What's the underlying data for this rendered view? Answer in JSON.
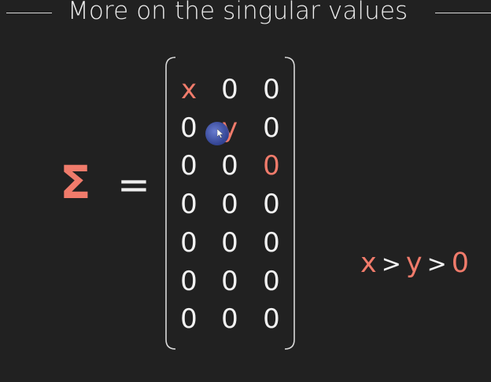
{
  "title": "More on the singular values",
  "sigma_symbol": "Σ",
  "equals_sign": "=",
  "matrix": [
    [
      {
        "text": "x",
        "accent": true
      },
      {
        "text": "0",
        "accent": false
      },
      {
        "text": "0",
        "accent": false
      }
    ],
    [
      {
        "text": "0",
        "accent": false
      },
      {
        "text": "y",
        "accent": true
      },
      {
        "text": "0",
        "accent": false
      }
    ],
    [
      {
        "text": "0",
        "accent": false
      },
      {
        "text": "0",
        "accent": false
      },
      {
        "text": "0",
        "accent": true
      }
    ],
    [
      {
        "text": "0",
        "accent": false
      },
      {
        "text": "0",
        "accent": false
      },
      {
        "text": "0",
        "accent": false
      }
    ],
    [
      {
        "text": "0",
        "accent": false
      },
      {
        "text": "0",
        "accent": false
      },
      {
        "text": "0",
        "accent": false
      }
    ],
    [
      {
        "text": "0",
        "accent": false
      },
      {
        "text": "0",
        "accent": false
      },
      {
        "text": "0",
        "accent": false
      }
    ],
    [
      {
        "text": "0",
        "accent": false
      },
      {
        "text": "0",
        "accent": false
      },
      {
        "text": "0",
        "accent": false
      }
    ]
  ],
  "inequality": {
    "x": "x",
    "gt1": ">",
    "y": "y",
    "gt2": ">",
    "zero": "0"
  },
  "colors": {
    "background": "#212121",
    "accent": "#f07b6b",
    "text": "#f2f2f2",
    "cursor": "#35479a"
  },
  "icons": {
    "cursor": "mouse-pointer-icon"
  }
}
